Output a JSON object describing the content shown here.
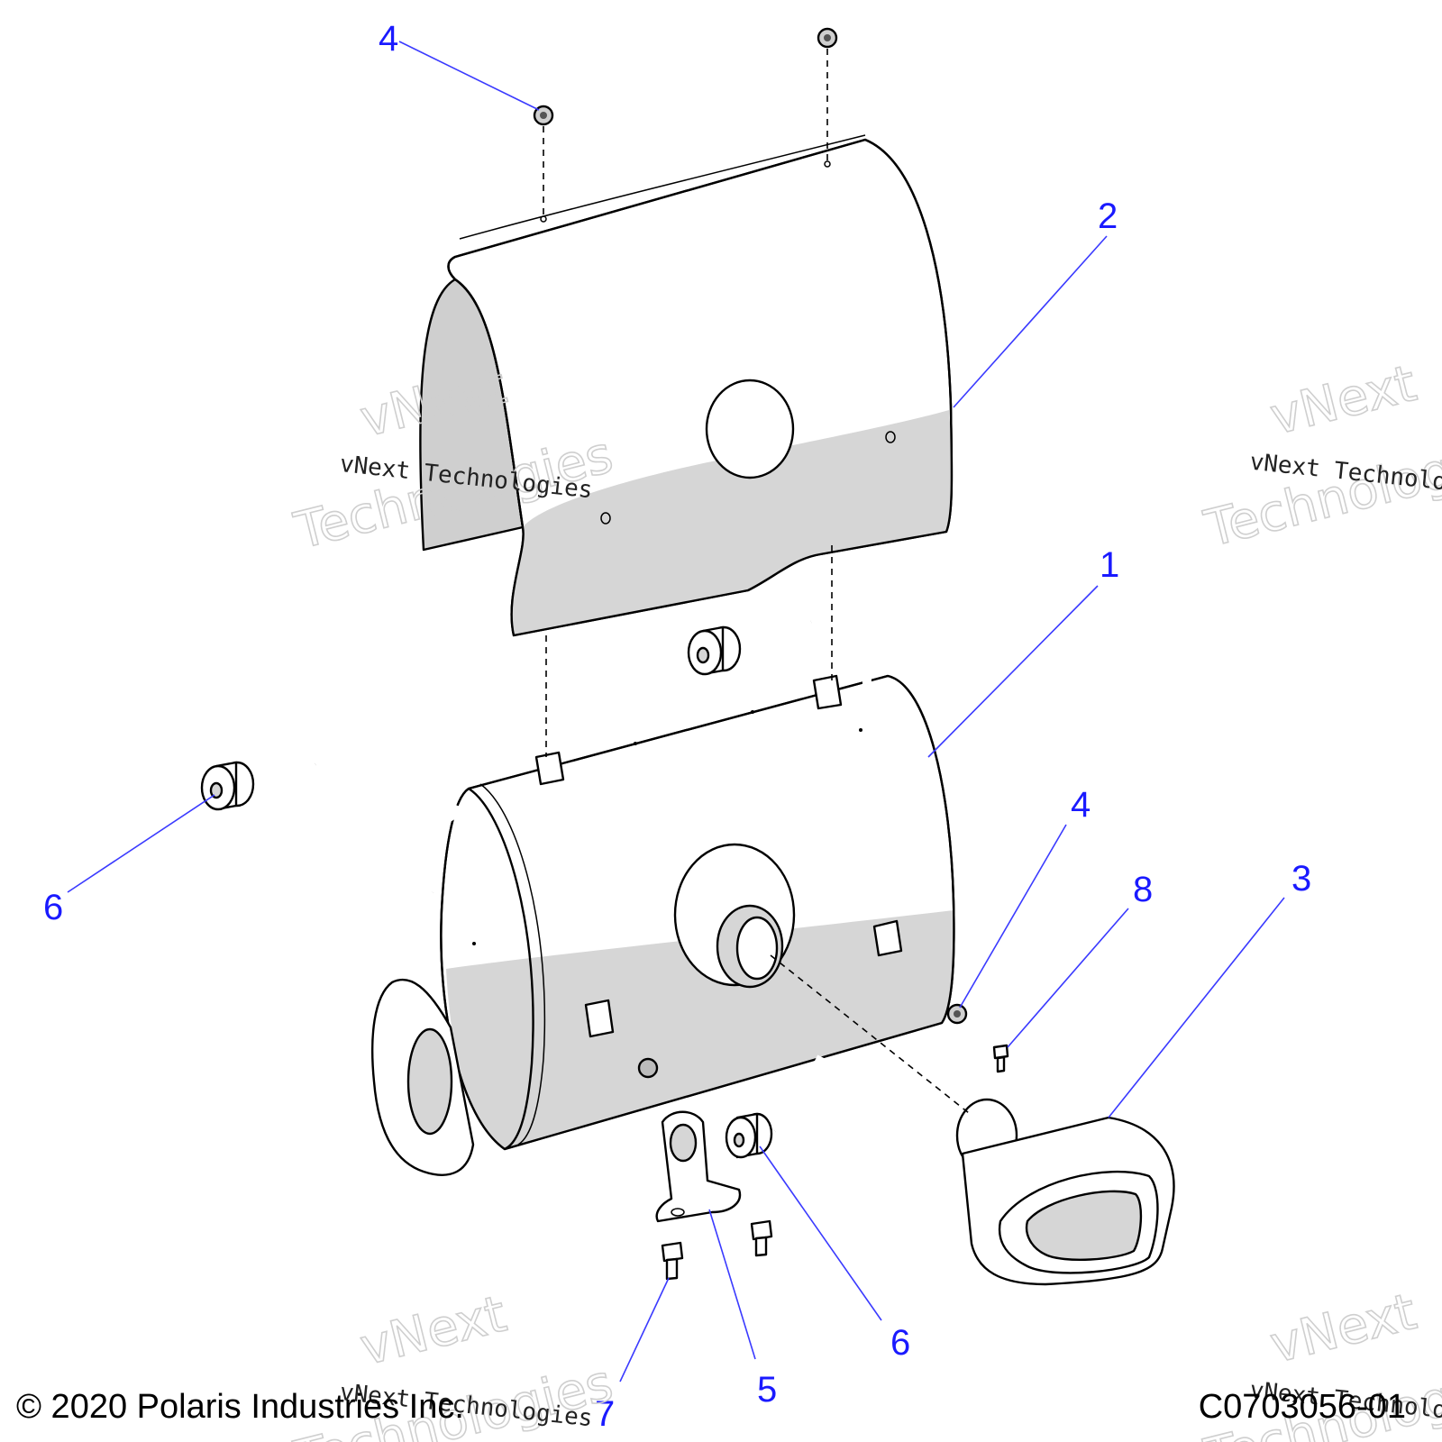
{
  "callouts": {
    "c1": "1",
    "c2": "2",
    "c3": "3",
    "c4_top": "4",
    "c4_right": "4",
    "c5": "5",
    "c6_left": "6",
    "c6_bottom": "6",
    "c7": "7",
    "c8": "8"
  },
  "watermark": {
    "line_small": "vNext Technologies",
    "big_top": "vNext",
    "big_bottom": "Technologies"
  },
  "footer": {
    "copyright": "© 2020 Polaris Industries Inc.",
    "code": "C0703056-01"
  },
  "colors": {
    "callout": "#1a1aff",
    "part_shade": "#d6d6d6",
    "background": "#ffffff"
  }
}
